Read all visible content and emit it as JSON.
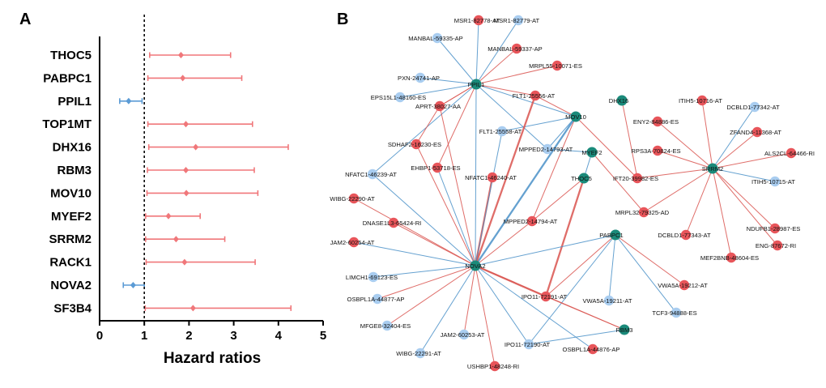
{
  "panels": {
    "a": "A",
    "b": "B"
  },
  "colors": {
    "risk": "#f0777a",
    "protective": "#5b9bd5",
    "edge_red": "#d9534f",
    "edge_blue": "#4a90c8",
    "node_red": "#e8555a",
    "node_blue": "#a9cdf0",
    "node_teal": "#1a8a7a"
  },
  "chart_data": [
    {
      "type": "forest",
      "title": "",
      "xlabel": "Hazard ratios",
      "ylabel": "",
      "xlim": [
        0,
        5
      ],
      "xticks": [
        "0",
        "1",
        "2",
        "3",
        "4",
        "5"
      ],
      "reference_line": 1,
      "rows": [
        {
          "label": "THOC5",
          "hr": 1.82,
          "lo": 1.12,
          "hi": 2.93,
          "group": "risk"
        },
        {
          "label": "PABPC1",
          "hr": 1.86,
          "lo": 1.08,
          "hi": 3.18,
          "group": "risk"
        },
        {
          "label": "PPIL1",
          "hr": 0.65,
          "lo": 0.45,
          "hi": 0.95,
          "group": "protective"
        },
        {
          "label": "TOP1MT",
          "hr": 1.93,
          "lo": 1.08,
          "hi": 3.42,
          "group": "risk"
        },
        {
          "label": "DHX16",
          "hr": 2.15,
          "lo": 1.1,
          "hi": 4.22,
          "group": "risk"
        },
        {
          "label": "RBM3",
          "hr": 1.93,
          "lo": 1.07,
          "hi": 3.46,
          "group": "risk"
        },
        {
          "label": "MOV10",
          "hr": 1.94,
          "lo": 1.06,
          "hi": 3.54,
          "group": "risk"
        },
        {
          "label": "MYEF2",
          "hr": 1.54,
          "lo": 1.03,
          "hi": 2.25,
          "group": "risk"
        },
        {
          "label": "SRRM2",
          "hr": 1.71,
          "lo": 1.03,
          "hi": 2.8,
          "group": "risk"
        },
        {
          "label": "RACK1",
          "hr": 1.9,
          "lo": 1.04,
          "hi": 3.48,
          "group": "risk"
        },
        {
          "label": "NOVA2",
          "hr": 0.75,
          "lo": 0.53,
          "hi": 1.0,
          "group": "protective"
        },
        {
          "label": "SF3B4",
          "hr": 2.09,
          "lo": 1.02,
          "hi": 4.28,
          "group": "risk"
        }
      ]
    },
    {
      "type": "network",
      "nodes": [
        {
          "id": "PPIL1",
          "label": "PPIL1",
          "kind": "gene"
        },
        {
          "id": "MOV10",
          "label": "MOV10",
          "kind": "gene"
        },
        {
          "id": "DHX16",
          "label": "DHX16",
          "kind": "gene"
        },
        {
          "id": "MYEF2",
          "label": "MYEF2",
          "kind": "gene"
        },
        {
          "id": "THOC5",
          "label": "THOC5",
          "kind": "gene"
        },
        {
          "id": "SRRM2",
          "label": "SRRM2",
          "kind": "gene"
        },
        {
          "id": "PABPC1",
          "label": "PABPC1",
          "kind": "gene"
        },
        {
          "id": "NOVA2",
          "label": "NOVA2",
          "kind": "gene"
        },
        {
          "id": "RBM3",
          "label": "RBM3",
          "kind": "gene"
        },
        {
          "id": "msr1_82778",
          "label": "MSR1-82778-AT",
          "kind": "red"
        },
        {
          "id": "msr1_82779",
          "label": "MSR1-82779-AT",
          "kind": "blue"
        },
        {
          "id": "manbal_59335",
          "label": "MANBAL-59335-AP",
          "kind": "blue"
        },
        {
          "id": "manbal_59337",
          "label": "MANBAL-59337-AP",
          "kind": "red"
        },
        {
          "id": "mrpl55",
          "label": "MRPL55-10071-ES",
          "kind": "red"
        },
        {
          "id": "pxn",
          "label": "PXN-24741-AP",
          "kind": "blue"
        },
        {
          "id": "eps15l1",
          "label": "EPS15L1-48160-ES",
          "kind": "blue"
        },
        {
          "id": "aprt",
          "label": "APRT-38027-AA",
          "kind": "red"
        },
        {
          "id": "flt1_25556",
          "label": "FLT1-25556-AT",
          "kind": "red"
        },
        {
          "id": "flt1_25558",
          "label": "FLT1-25558-AT",
          "kind": "blue"
        },
        {
          "id": "sdhaf2",
          "label": "SDHAF2-16230-ES",
          "kind": "red"
        },
        {
          "id": "ehbp1",
          "label": "EHBP1-53718-ES",
          "kind": "red"
        },
        {
          "id": "nfatc1_46239",
          "label": "NFATC1-46239-AT",
          "kind": "blue"
        },
        {
          "id": "nfatc1_46240",
          "label": "NFATC1-46240-AT",
          "kind": "red"
        },
        {
          "id": "mpped2_14793",
          "label": "MPPED2-14793-AT",
          "kind": "blue"
        },
        {
          "id": "mpped2_14794",
          "label": "MPPED2-14794-AT",
          "kind": "red"
        },
        {
          "id": "wibg_22290",
          "label": "WIBG-22290-AT",
          "kind": "red"
        },
        {
          "id": "dnase1l3",
          "label": "DNASE1L3-65424-RI",
          "kind": "red"
        },
        {
          "id": "jam2_60254",
          "label": "JAM2-60254-AT",
          "kind": "red"
        },
        {
          "id": "limch1",
          "label": "LIMCH1-69123-ES",
          "kind": "blue"
        },
        {
          "id": "osbpl1a_44877",
          "label": "OSBPL1A-44877-AP",
          "kind": "blue"
        },
        {
          "id": "mfge8",
          "label": "MFGE8-32404-ES",
          "kind": "blue"
        },
        {
          "id": "jam2_60253",
          "label": "JAM2-60253-AT",
          "kind": "blue"
        },
        {
          "id": "wibg_22291",
          "label": "WIBG-22291-AT",
          "kind": "blue"
        },
        {
          "id": "ushbp1",
          "label": "USHBP1-48248-RI",
          "kind": "red"
        },
        {
          "id": "ipo11_72190",
          "label": "IPO11-72190-AT",
          "kind": "blue"
        },
        {
          "id": "ipo11_72191",
          "label": "IPO11-72191-AT",
          "kind": "red"
        },
        {
          "id": "osbpl1a_44876",
          "label": "OSBPL1A-44876-AP",
          "kind": "red"
        },
        {
          "id": "vwa5a_19211",
          "label": "VWA5A-19211-AT",
          "kind": "blue"
        },
        {
          "id": "vwa5a_19212",
          "label": "VWA5A-19212-AT",
          "kind": "red"
        },
        {
          "id": "tcf3",
          "label": "TCF3-94888-ES",
          "kind": "blue"
        },
        {
          "id": "itih5_10716",
          "label": "ITIH5-10716-AT",
          "kind": "red"
        },
        {
          "id": "itih5_10715",
          "label": "ITIH5-10715-AT",
          "kind": "blue"
        },
        {
          "id": "dcbld1_77342",
          "label": "DCBLD1-77342-AT",
          "kind": "blue"
        },
        {
          "id": "dcbld1_77343",
          "label": "DCBLD1-77343-AT",
          "kind": "red"
        },
        {
          "id": "eny2",
          "label": "ENY2-84886-ES",
          "kind": "red"
        },
        {
          "id": "zfand4",
          "label": "ZFAND4-11368-AT",
          "kind": "red"
        },
        {
          "id": "als2cl",
          "label": "ALS2CL-64466-RI",
          "kind": "red"
        },
        {
          "id": "rps3a",
          "label": "RPS3A-70824-ES",
          "kind": "red"
        },
        {
          "id": "ift20",
          "label": "IFT20-39982-ES",
          "kind": "red"
        },
        {
          "id": "ndufb1",
          "label": "NDUFB1-28987-ES",
          "kind": "red"
        },
        {
          "id": "mrpl32",
          "label": "MRPL32-79325-AD",
          "kind": "red"
        },
        {
          "id": "eng",
          "label": "ENG-87672-RI",
          "kind": "red"
        },
        {
          "id": "mef2bnb",
          "label": "MEF2BNB-48604-ES",
          "kind": "red"
        }
      ],
      "edges": [
        [
          "PPIL1",
          "msr1_82778",
          "blue"
        ],
        [
          "PPIL1",
          "msr1_82779",
          "blue"
        ],
        [
          "PPIL1",
          "manbal_59335",
          "blue"
        ],
        [
          "PPIL1",
          "manbal_59337",
          "red"
        ],
        [
          "PPIL1",
          "mrpl55",
          "red"
        ],
        [
          "PPIL1",
          "pxn",
          "blue"
        ],
        [
          "PPIL1",
          "eps15l1",
          "blue"
        ],
        [
          "PPIL1",
          "aprt",
          "red"
        ],
        [
          "PPIL1",
          "flt1_25556",
          "red"
        ],
        [
          "PPIL1",
          "MOV10",
          "blue"
        ],
        [
          "PPIL1",
          "nfatc1_46239",
          "blue"
        ],
        [
          "PPIL1",
          "ehbp1",
          "red"
        ],
        [
          "PPIL1",
          "mpped2_14793",
          "blue"
        ],
        [
          "PPIL1",
          "NOVA2",
          "blue"
        ],
        [
          "MOV10",
          "flt1_25556",
          "red"
        ],
        [
          "MOV10",
          "flt1_25558",
          "blue"
        ],
        [
          "MOV10",
          "mpped2_14793",
          "blue"
        ],
        [
          "MOV10",
          "ift20",
          "red"
        ],
        [
          "MOV10",
          "mpped2_14794",
          "red"
        ],
        [
          "MOV10",
          "NOVA2",
          "blueThick"
        ],
        [
          "DHX16",
          "ift20",
          "red"
        ],
        [
          "MYEF2",
          "mpped2_14793",
          "blue"
        ],
        [
          "MYEF2",
          "mrpl32",
          "red"
        ],
        [
          "MYEF2",
          "THOC5",
          "blue"
        ],
        [
          "THOC5",
          "ipo11_72191",
          "redThick"
        ],
        [
          "THOC5",
          "mpped2_14794",
          "red"
        ],
        [
          "SRRM2",
          "itih5_10716",
          "red"
        ],
        [
          "SRRM2",
          "dcbld1_77342",
          "blue"
        ],
        [
          "SRRM2",
          "eny2",
          "red"
        ],
        [
          "SRRM2",
          "zfand4",
          "red"
        ],
        [
          "SRRM2",
          "als2cl",
          "red"
        ],
        [
          "SRRM2",
          "rps3a",
          "red"
        ],
        [
          "SRRM2",
          "ift20",
          "red"
        ],
        [
          "SRRM2",
          "itih5_10715",
          "blue"
        ],
        [
          "SRRM2",
          "ndufb1",
          "red"
        ],
        [
          "SRRM2",
          "mrpl32",
          "red"
        ],
        [
          "SRRM2",
          "dcbld1_77343",
          "red"
        ],
        [
          "SRRM2",
          "eng",
          "red"
        ],
        [
          "SRRM2",
          "mef2bnb",
          "red"
        ],
        [
          "PABPC1",
          "vwa5a_19211",
          "blue"
        ],
        [
          "PABPC1",
          "vwa5a_19212",
          "red"
        ],
        [
          "PABPC1",
          "tcf3",
          "blue"
        ],
        [
          "PABPC1",
          "ipo11_72190",
          "blue"
        ],
        [
          "PABPC1",
          "ipo11_72191",
          "red"
        ],
        [
          "PABPC1",
          "NOVA2",
          "blue"
        ],
        [
          "NOVA2",
          "aprt",
          "red"
        ],
        [
          "NOVA2",
          "sdhaf2",
          "red"
        ],
        [
          "NOVA2",
          "ehbp1",
          "blue"
        ],
        [
          "NOVA2",
          "nfatc1_46239",
          "blue"
        ],
        [
          "NOVA2",
          "nfatc1_46240",
          "redThick"
        ],
        [
          "NOVA2",
          "flt1_25556",
          "redThick"
        ],
        [
          "NOVA2",
          "wibg_22290",
          "red"
        ],
        [
          "NOVA2",
          "dnase1l3",
          "red"
        ],
        [
          "NOVA2",
          "jam2_60254",
          "blue"
        ],
        [
          "NOVA2",
          "limch1",
          "blue"
        ],
        [
          "NOVA2",
          "osbpl1a_44877",
          "red"
        ],
        [
          "NOVA2",
          "mfge8",
          "red"
        ],
        [
          "NOVA2",
          "jam2_60253",
          "red"
        ],
        [
          "NOVA2",
          "wibg_22291",
          "blue"
        ],
        [
          "NOVA2",
          "ushbp1",
          "red"
        ],
        [
          "NOVA2",
          "ipo11_72190",
          "blue"
        ],
        [
          "NOVA2",
          "ipo11_72191",
          "redThick"
        ],
        [
          "NOVA2",
          "osbpl1a_44876",
          "blue"
        ],
        [
          "NOVA2",
          "RBM3",
          "red"
        ],
        [
          "NOVA2",
          "mpped2_14794",
          "red"
        ],
        [
          "NOVA2",
          "flt1_25558",
          "blue"
        ],
        [
          "RBM3",
          "ipo11_72190",
          "blue"
        ],
        [
          "RBM3",
          "ipo11_72191",
          "red"
        ],
        [
          "aprt",
          "sdhaf2",
          "red"
        ],
        [
          "aprt",
          "PPIL1",
          "red"
        ]
      ]
    }
  ]
}
